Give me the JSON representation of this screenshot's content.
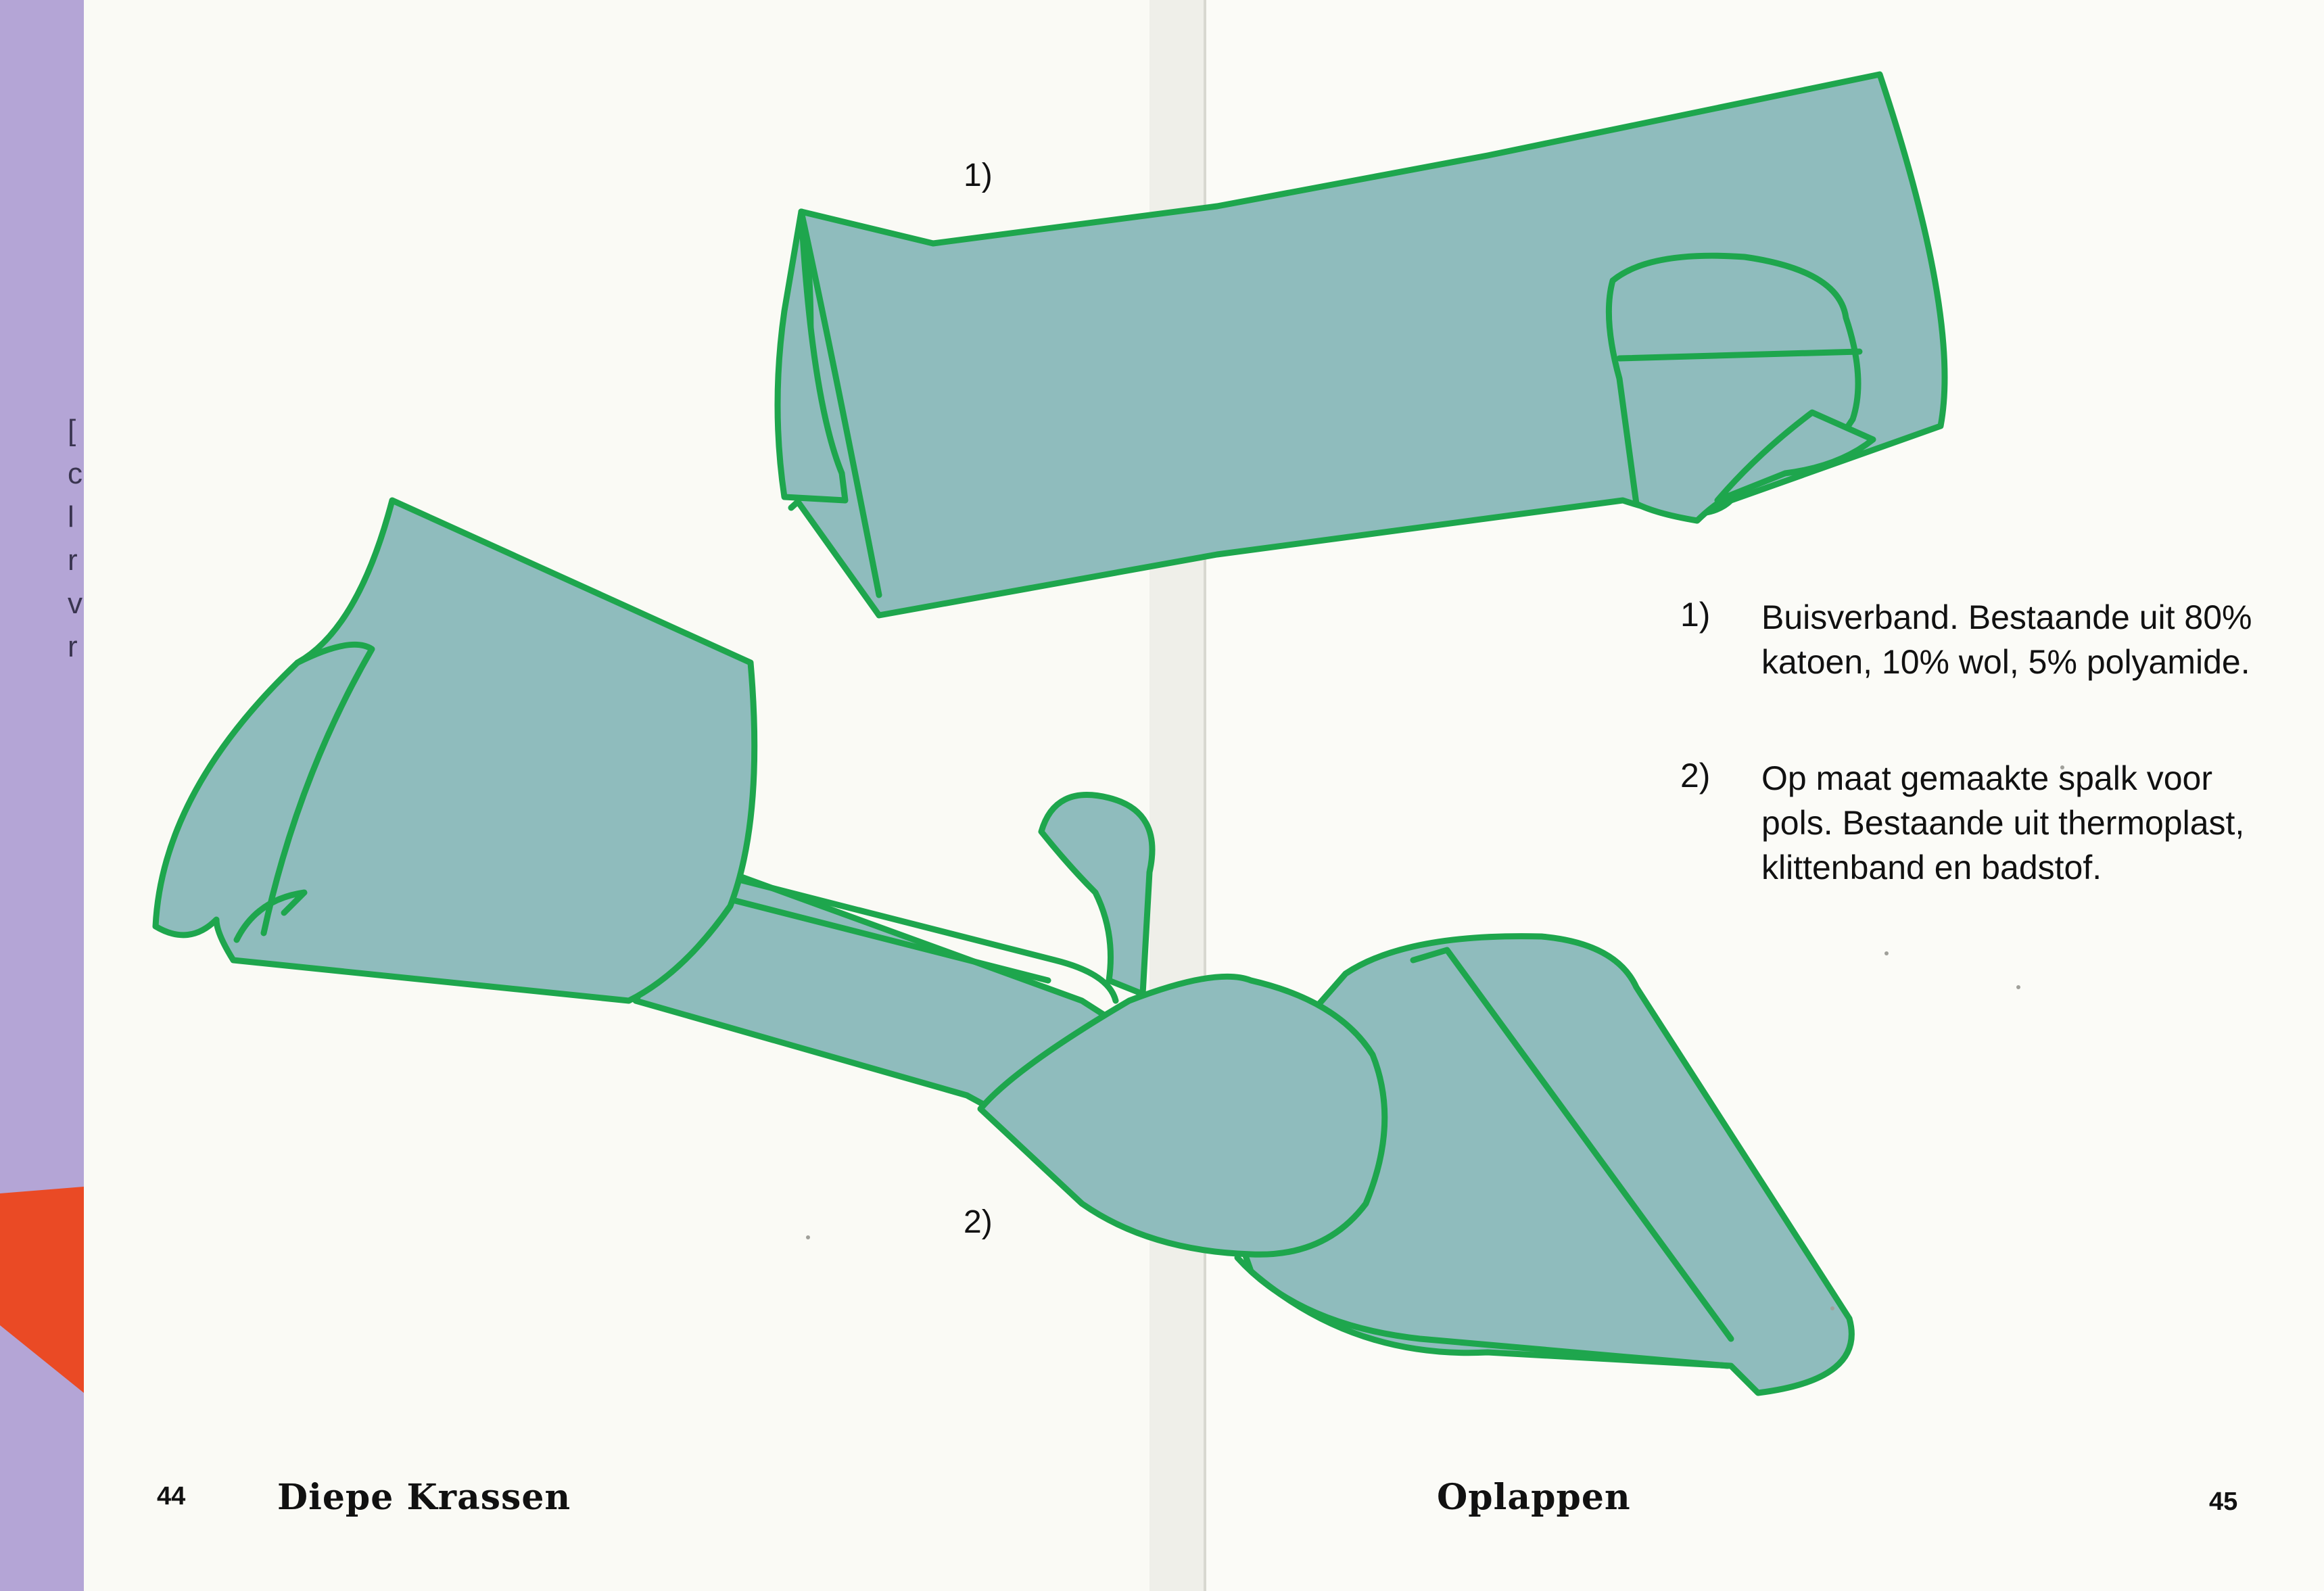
{
  "left_page": {
    "page_number": "44",
    "running_title": "Diepe Krassen",
    "edge_letters": [
      "[",
      "c",
      "l",
      "r",
      "v",
      "r"
    ]
  },
  "right_page": {
    "page_number": "45",
    "running_title": "Oplappen"
  },
  "figures": {
    "label_1": "1)",
    "label_2": "2)"
  },
  "legend": [
    {
      "number": "1)",
      "text": "Buisverband. Bestaande uit 80% katoen, 10% wol, 5% polyamide."
    },
    {
      "number": "2)",
      "text": "Op maat gemaakte spalk voor pols. Bestaande uit thermoplast, klittenband en badstof."
    }
  ],
  "colors": {
    "paper": "#fafaf5",
    "shape_fill": "#8fbcbd",
    "shape_stroke": "#1ea64d",
    "side_strip": "#b4a5d6",
    "red_accent": "#ea4a25",
    "text": "#111111"
  }
}
